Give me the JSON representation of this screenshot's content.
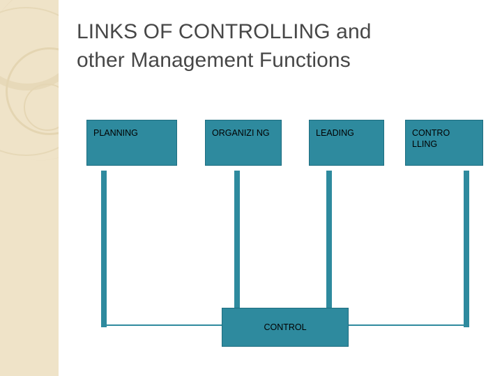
{
  "slide": {
    "title_line1": "LINKS OF CONTROLLING and",
    "title_line2": "other Management Functions",
    "accent_color": "#2e8a9e",
    "band_color": "#efe3c8",
    "title_color": "#474747"
  },
  "diagram": {
    "top_boxes": [
      {
        "label": "PLANNING"
      },
      {
        "label": "ORGANIZI NG"
      },
      {
        "label": "LEADING"
      },
      {
        "label": "CONTRO LLING"
      }
    ],
    "bottom_box": {
      "label": "CONTROL"
    }
  }
}
